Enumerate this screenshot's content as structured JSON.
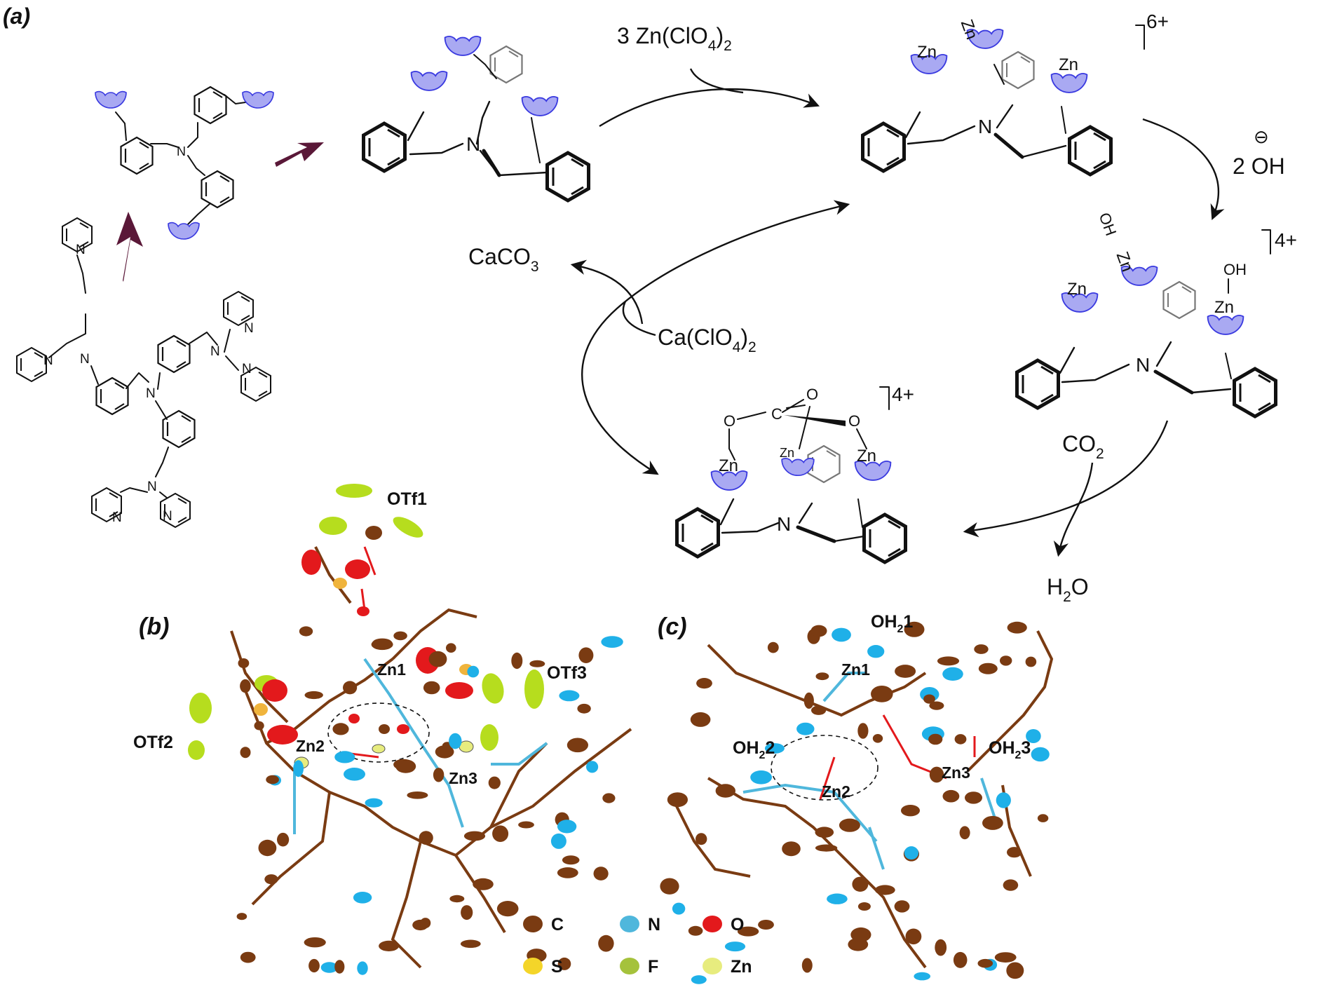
{
  "panels": {
    "a": "(a)",
    "b": "(b)",
    "c": "(c)"
  },
  "reagents": {
    "zn_salt": {
      "main": "3 Zn(ClO",
      "sub": "4",
      "close": ")",
      "sub2": "2"
    },
    "hydroxide": {
      "main": "2 OH",
      "sup": "⊖"
    },
    "co2": {
      "main": "CO",
      "sub": "2"
    },
    "water": {
      "pre": "H",
      "sub": "2",
      "post": "O"
    },
    "ca_salt": {
      "main": "Ca(ClO",
      "sub": "4",
      "close": ")",
      "sub2": "2"
    },
    "caco3": {
      "main": "CaCO",
      "sub": "3"
    }
  },
  "charges": {
    "c6": "6+",
    "c4a": "4+",
    "c4b": "4+"
  },
  "atoms": {
    "N": "N",
    "Zn": "Zn",
    "OH": "OH",
    "O": "O",
    "C": "C"
  },
  "crystal_b": {
    "labels": [
      "OTf1",
      "OTf2",
      "OTf3",
      "Zn1",
      "Zn2",
      "Zn3"
    ]
  },
  "crystal_c": {
    "labels": [
      "Zn1",
      "Zn2",
      "Zn3"
    ],
    "water": [
      {
        "pre": "OH",
        "sub": "2",
        "post": "1"
      },
      {
        "pre": "OH",
        "sub": "2",
        "post": "2"
      },
      {
        "pre": "OH",
        "sub": "2",
        "post": "3"
      }
    ]
  },
  "legend": [
    {
      "symbol": "C",
      "color": "#7a3b12"
    },
    {
      "symbol": "N",
      "color": "#4fb7dc"
    },
    {
      "symbol": "O",
      "color": "#e3191c"
    },
    {
      "symbol": "S",
      "color": "#f4d529"
    },
    {
      "symbol": "F",
      "color": "#a5c23c"
    },
    {
      "symbol": "Zn",
      "color": "#e7ec7e"
    }
  ],
  "colors": {
    "receptor": "#a9a9f2",
    "receptor_stroke": "#3a3ae0",
    "arrow_dark": "#5a1838",
    "carbon": "#7a3b12",
    "nitrogen": "#1fb0e8",
    "oxygen": "#e3191c",
    "fluorine": "#b6dd1e",
    "zinc": "#ecef9a"
  }
}
